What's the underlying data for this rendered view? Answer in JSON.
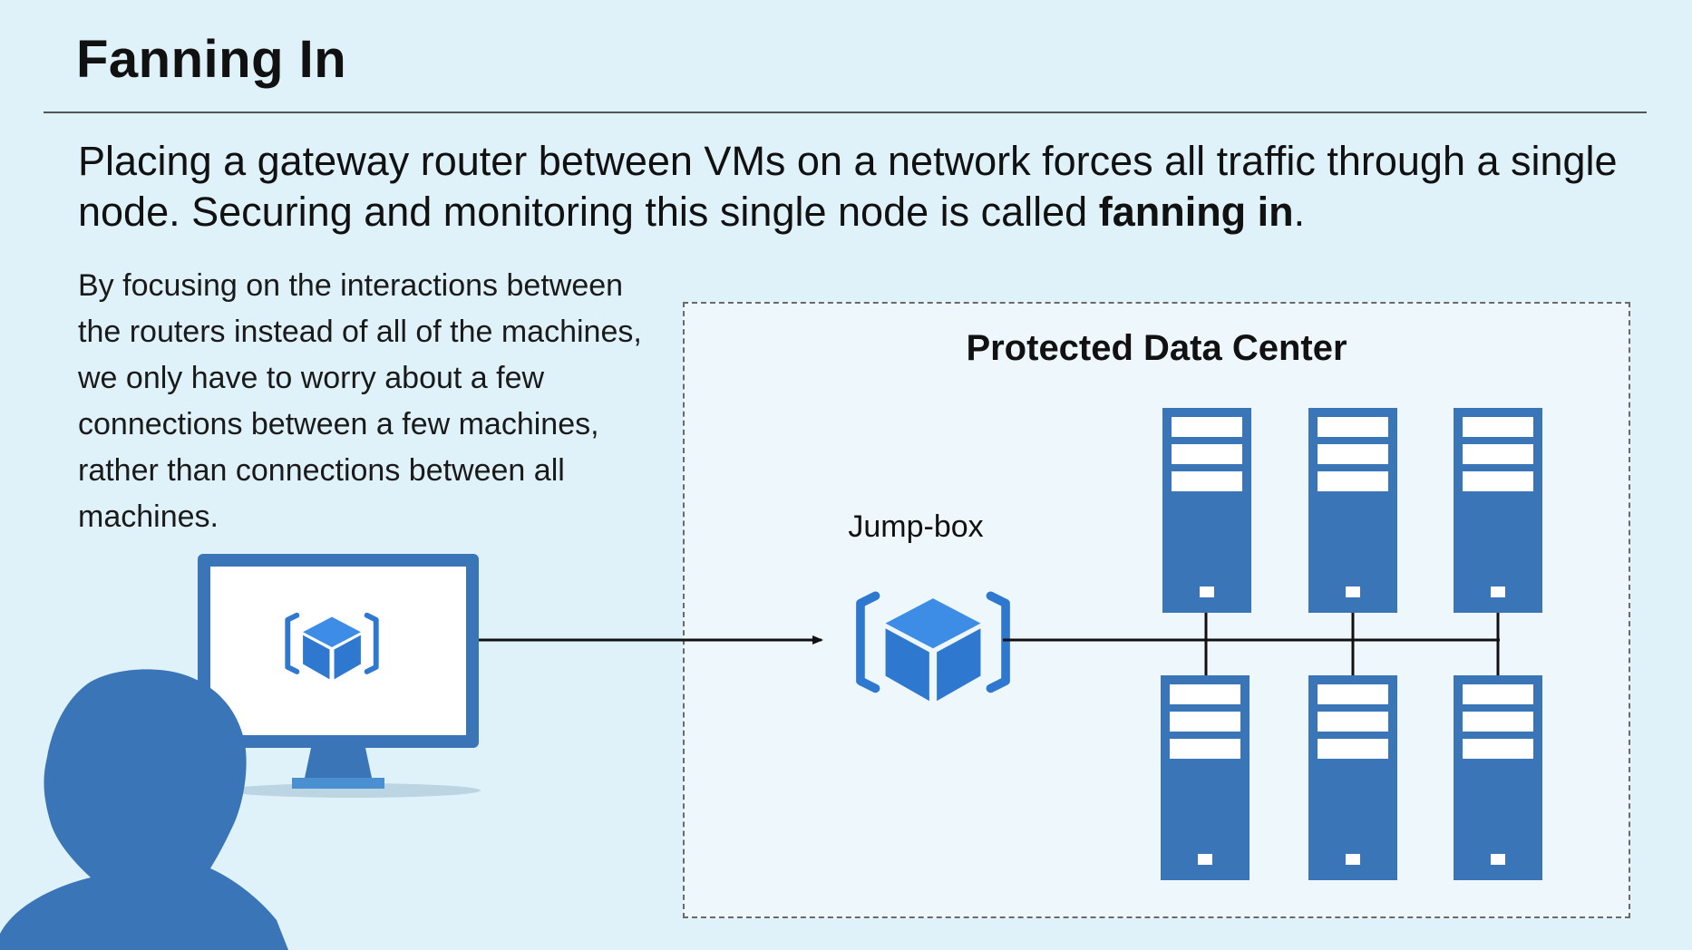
{
  "slide": {
    "title": "Fanning In",
    "lead_text": "Placing a gateway router between VMs on a network forces all traffic through a single node. Securing and monitoring this single node is called ",
    "lead_bold": "fanning in",
    "lead_end": ".",
    "side_text": "By focusing on the interactions between the routers instead of all of the machines, we only have to worry about a few connections between a few machines, rather than connections between all machines."
  },
  "diagram": {
    "data_center_label": "Protected Data Center",
    "jumpbox_label": "Jump-box",
    "icons": [
      "person-silhouette-icon",
      "monitor-icon",
      "vm-cube-icon",
      "jumpbox-cube-icon",
      "server-icon"
    ],
    "colors": {
      "background": "#dff2f9",
      "primary_blue": "#3a75b8",
      "cube_blue": "#2f78d0",
      "cube_top": "#3d8de6",
      "line": "#111111"
    }
  }
}
